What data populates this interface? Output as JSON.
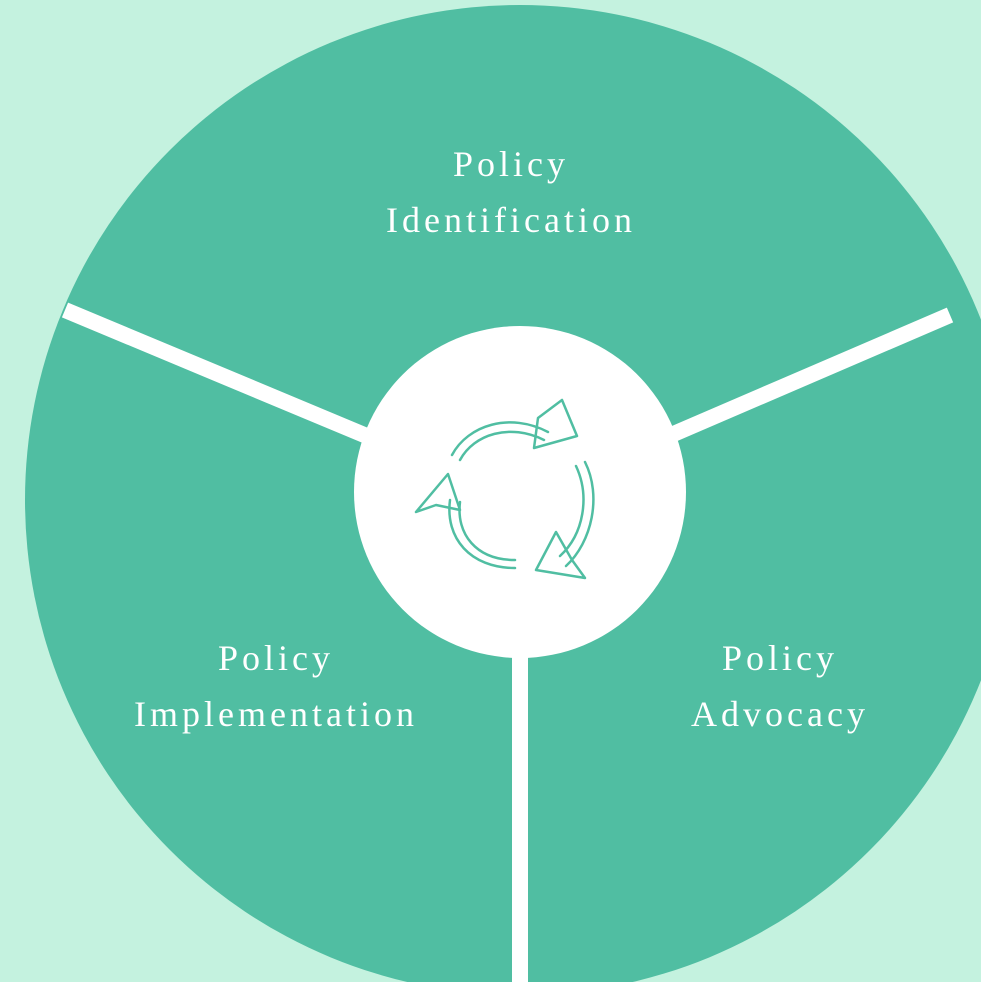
{
  "colors": {
    "background": "#c4f2df",
    "segment": "#50bea2",
    "divider": "#ffffff",
    "center": "#ffffff",
    "icon_stroke": "#50bea2",
    "label_text": "#ffffff"
  },
  "center_icon": "refresh-cycle-icon",
  "segments": [
    {
      "line1": "Policy",
      "line2": "Identification"
    },
    {
      "line1": "Policy",
      "line2": "Implementation"
    },
    {
      "line1": "Policy",
      "line2": "Advocacy"
    }
  ]
}
